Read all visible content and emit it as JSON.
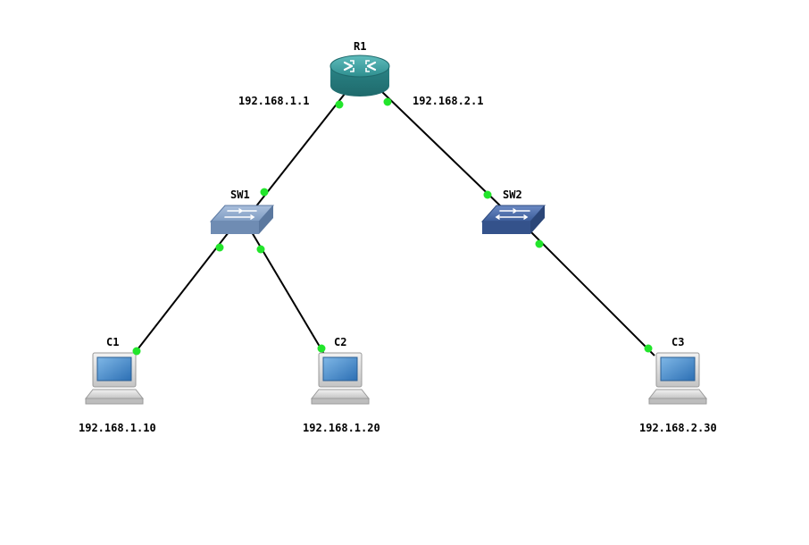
{
  "colors": {
    "background": "#ffffff",
    "link": "#000000",
    "port": "#22e52b",
    "router": "#2e8d8f",
    "switch_light": "#7f9cc2",
    "switch_dark": "#3a5b98",
    "pc_screen": "#3e87c8",
    "pc_body": "#d8d8d8"
  },
  "devices": {
    "r1": {
      "label": "R1",
      "type": "router"
    },
    "sw1": {
      "label": "SW1",
      "type": "switch-light"
    },
    "sw2": {
      "label": "SW2",
      "type": "switch-dark"
    },
    "c1": {
      "label": "C1",
      "type": "pc",
      "ip": "192.168.1.10"
    },
    "c2": {
      "label": "C2",
      "type": "pc",
      "ip": "192.168.1.20"
    },
    "c3": {
      "label": "C3",
      "type": "pc",
      "ip": "192.168.2.30"
    }
  },
  "interfaces": {
    "r1_left_ip": "192.168.1.1",
    "r1_right_ip": "192.168.2.1"
  },
  "links": [
    {
      "from": "r1",
      "to": "sw1"
    },
    {
      "from": "r1",
      "to": "sw2"
    },
    {
      "from": "sw1",
      "to": "c1"
    },
    {
      "from": "sw1",
      "to": "c2"
    },
    {
      "from": "sw2",
      "to": "c3"
    }
  ]
}
